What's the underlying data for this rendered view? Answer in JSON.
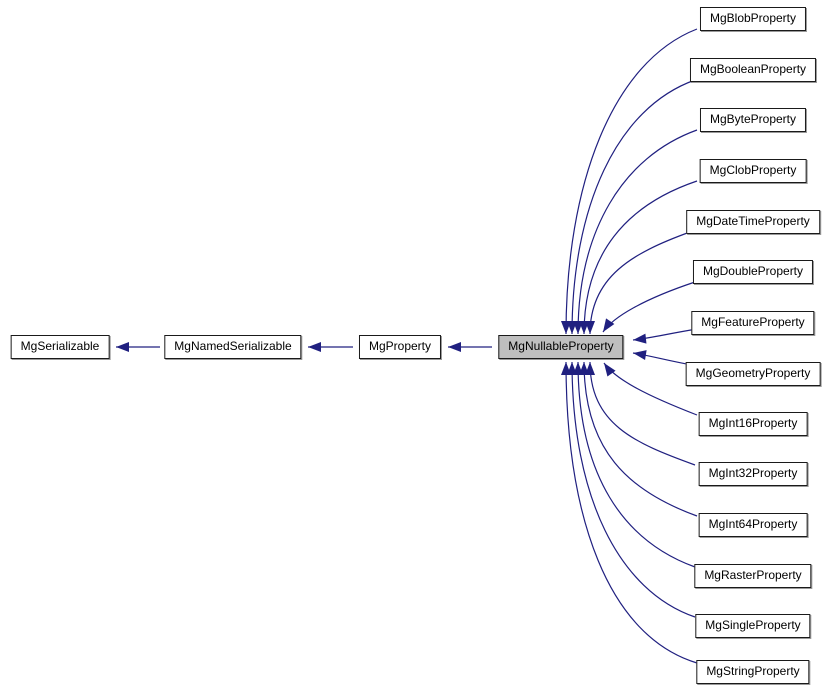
{
  "diagram": {
    "selected": {
      "label": "MgNullableProperty"
    },
    "base_chain": [
      {
        "label": "MgSerializable"
      },
      {
        "label": "MgNamedSerializable"
      },
      {
        "label": "MgProperty"
      }
    ],
    "derived": [
      {
        "label": "MgBlobProperty"
      },
      {
        "label": "MgBooleanProperty"
      },
      {
        "label": "MgByteProperty"
      },
      {
        "label": "MgClobProperty"
      },
      {
        "label": "MgDateTimeProperty"
      },
      {
        "label": "MgDoubleProperty"
      },
      {
        "label": "MgFeatureProperty"
      },
      {
        "label": "MgGeometryProperty"
      },
      {
        "label": "MgInt16Property"
      },
      {
        "label": "MgInt32Property"
      },
      {
        "label": "MgInt64Property"
      },
      {
        "label": "MgRasterProperty"
      },
      {
        "label": "MgSingleProperty"
      },
      {
        "label": "MgStringProperty"
      }
    ],
    "colors": {
      "edge": "#202080",
      "node_fill": "#ffffff",
      "selected_fill": "#bfbfbf",
      "border": "#000000"
    }
  }
}
